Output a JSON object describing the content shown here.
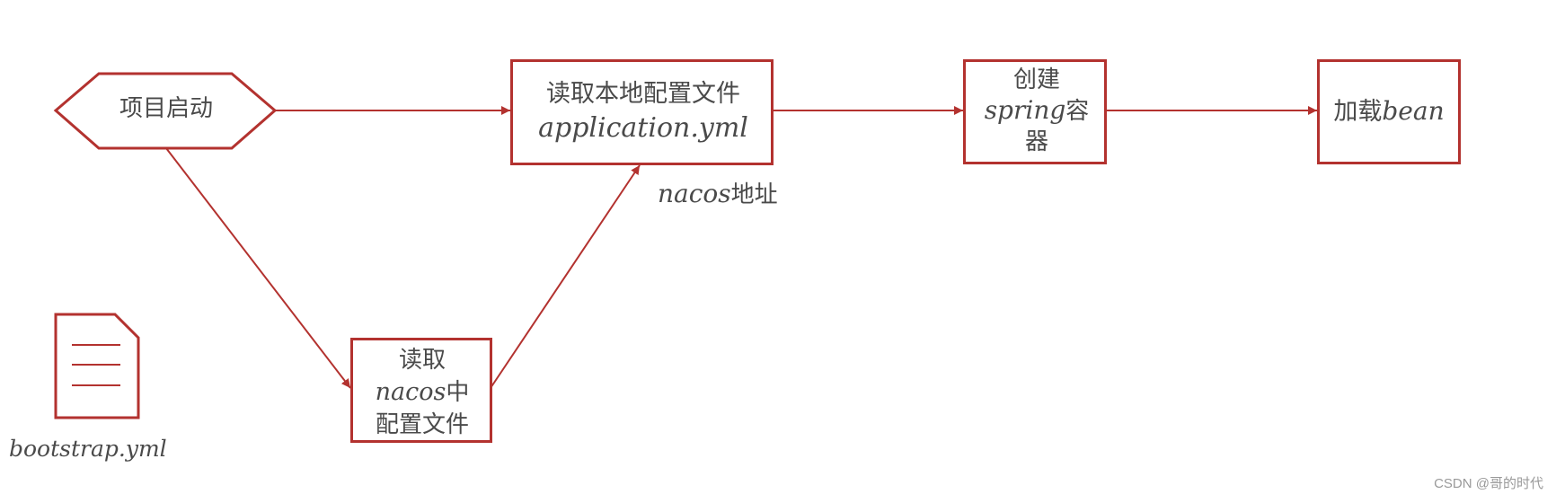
{
  "colors": {
    "stroke": "#b3322f",
    "text": "#4a4a4a"
  },
  "nodes": {
    "start": {
      "label": "项目启动"
    },
    "read_local": {
      "line1": "读取本地配置文件",
      "line2": "application.yml"
    },
    "create_container": {
      "line1": "创建",
      "line2_code": "spring",
      "line2_text": "容",
      "line3": "器"
    },
    "load_bean": {
      "text": "加载",
      "code": "bean"
    },
    "read_nacos": {
      "line1": "读取",
      "line2_code": "nacos",
      "line2_text": "中",
      "line3": "配置文件"
    }
  },
  "edge_labels": {
    "nacos_code": "nacos",
    "nacos_text": "地址"
  },
  "document": {
    "label": "bootstrap.yml",
    "icon": "document-icon"
  },
  "watermark": "CSDN @哥的时代"
}
